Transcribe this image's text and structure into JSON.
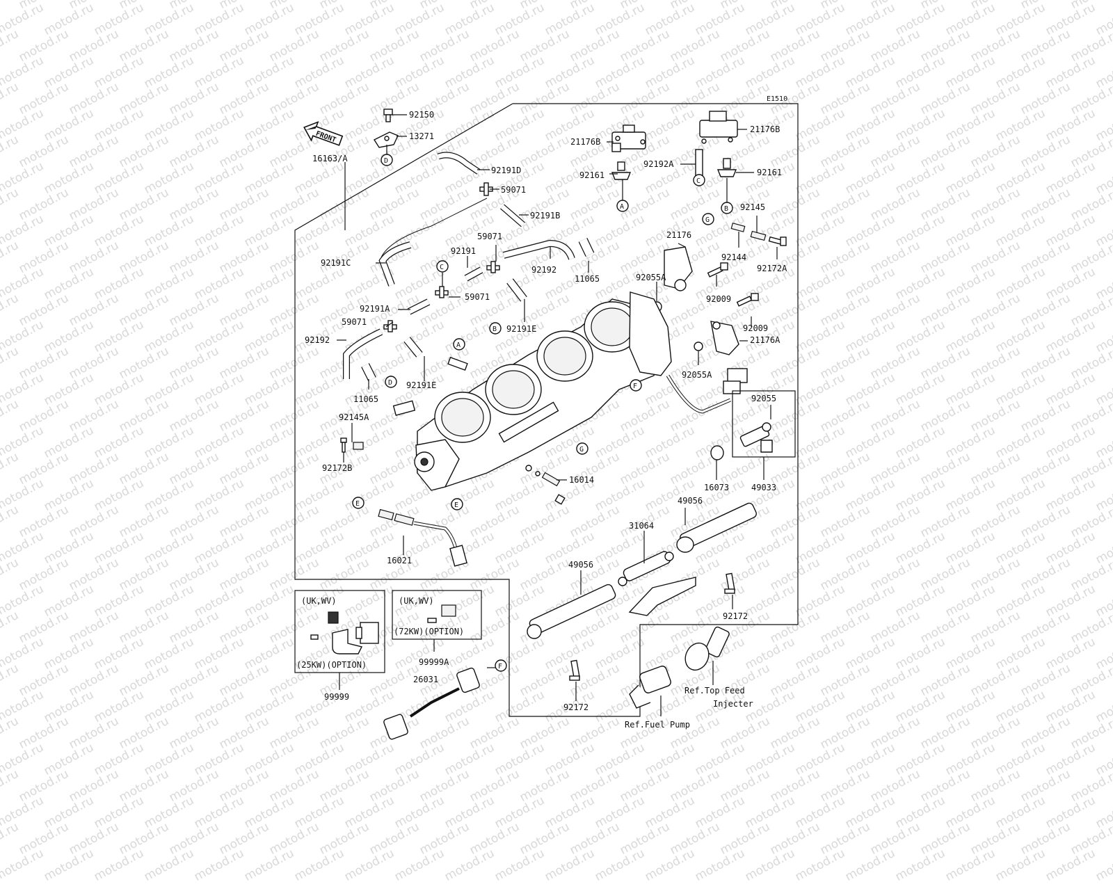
{
  "watermark": "motod.ru",
  "diagram_code": "E1510",
  "front_label": "FRONT",
  "callouts": [
    {
      "id": "92150",
      "text": "92150"
    },
    {
      "id": "13271",
      "text": "13271"
    },
    {
      "id": "16163A",
      "text": "16163/A"
    },
    {
      "id": "92191D",
      "text": "92191D"
    },
    {
      "id": "59071a",
      "text": "59071"
    },
    {
      "id": "92191B",
      "text": "92191B"
    },
    {
      "id": "21176B_l",
      "text": "21176B"
    },
    {
      "id": "92161_l",
      "text": "92161"
    },
    {
      "id": "21176B_r",
      "text": "21176B"
    },
    {
      "id": "92192A",
      "text": "92192A"
    },
    {
      "id": "92161_r",
      "text": "92161"
    },
    {
      "id": "92145",
      "text": "92145"
    },
    {
      "id": "21176",
      "text": "21176"
    },
    {
      "id": "92144",
      "text": "92144"
    },
    {
      "id": "92172A",
      "text": "92172A"
    },
    {
      "id": "59071b",
      "text": "59071"
    },
    {
      "id": "92191",
      "text": "92191"
    },
    {
      "id": "92192_top",
      "text": "92192"
    },
    {
      "id": "11065_top",
      "text": "11065"
    },
    {
      "id": "92191C",
      "text": "92191C"
    },
    {
      "id": "59071c",
      "text": "59071"
    },
    {
      "id": "92055A_t",
      "text": "92055A"
    },
    {
      "id": "92009_t",
      "text": "92009"
    },
    {
      "id": "92191A",
      "text": "92191A"
    },
    {
      "id": "59071d",
      "text": "59071"
    },
    {
      "id": "92191E_t",
      "text": "92191E"
    },
    {
      "id": "92009_b",
      "text": "92009"
    },
    {
      "id": "21176A",
      "text": "21176A"
    },
    {
      "id": "92192_l",
      "text": "92192"
    },
    {
      "id": "92055A_b",
      "text": "92055A"
    },
    {
      "id": "11065_l",
      "text": "11065"
    },
    {
      "id": "92191E_b",
      "text": "92191E"
    },
    {
      "id": "92055",
      "text": "92055"
    },
    {
      "id": "92145A",
      "text": "92145A"
    },
    {
      "id": "92172B",
      "text": "92172B"
    },
    {
      "id": "16014",
      "text": "16014"
    },
    {
      "id": "16073",
      "text": "16073"
    },
    {
      "id": "49033",
      "text": "49033"
    },
    {
      "id": "49056_r",
      "text": "49056"
    },
    {
      "id": "31064",
      "text": "31064"
    },
    {
      "id": "16021",
      "text": "16021"
    },
    {
      "id": "49056_l",
      "text": "49056"
    },
    {
      "id": "92172_r",
      "text": "92172"
    },
    {
      "id": "99999A",
      "text": "99999A"
    },
    {
      "id": "26031",
      "text": "26031"
    },
    {
      "id": "99999",
      "text": "99999"
    },
    {
      "id": "92172_b",
      "text": "92172"
    }
  ],
  "letter_markers": [
    {
      "id": "D_top",
      "text": "D"
    },
    {
      "id": "A_top",
      "text": "A"
    },
    {
      "id": "C_top",
      "text": "C"
    },
    {
      "id": "B_top",
      "text": "B"
    },
    {
      "id": "G_top",
      "text": "G"
    },
    {
      "id": "C_mid",
      "text": "C"
    },
    {
      "id": "B_mid",
      "text": "B"
    },
    {
      "id": "A_mid",
      "text": "A"
    },
    {
      "id": "D_mid",
      "text": "D"
    },
    {
      "id": "F_mid",
      "text": "F"
    },
    {
      "id": "G_mid",
      "text": "G"
    },
    {
      "id": "E_r",
      "text": "E"
    },
    {
      "id": "E_l",
      "text": "E"
    },
    {
      "id": "F_low",
      "text": "F"
    }
  ],
  "option_boxes": {
    "kw25": {
      "region": "(UK,WV)",
      "option": "(25KW)(OPTION)"
    },
    "kw72": {
      "region": "(UK,WV)",
      "option": "(72KW)(OPTION)"
    }
  },
  "references": {
    "top_feed_line1": "Ref.Top Feed",
    "top_feed_line2": "Injecter",
    "fuel_pump": "Ref.Fuel Pump"
  }
}
